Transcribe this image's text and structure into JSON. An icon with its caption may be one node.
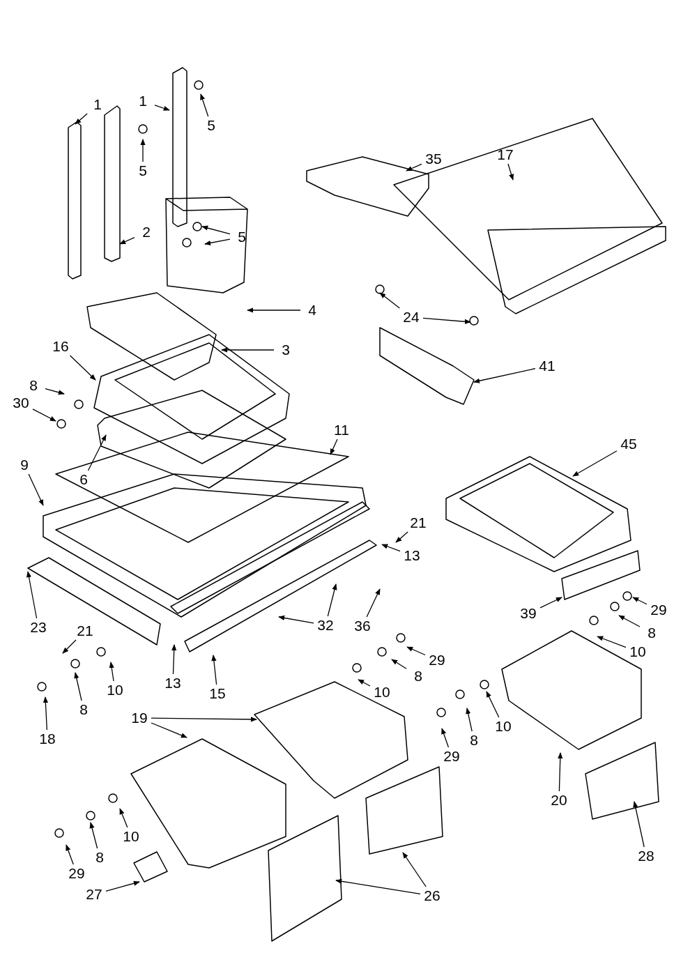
{
  "diagram": {
    "nodes": [
      {
        "text": [
          "1"
        ]
      },
      {
        "text": [
          "1"
        ]
      },
      {
        "text": [
          "5"
        ]
      },
      {
        "text": [
          "35"
        ]
      },
      {
        "text": [
          "17"
        ]
      },
      {
        "text": [
          "5"
        ]
      },
      {
        "text": [
          "2"
        ]
      },
      {
        "text": [
          "5"
        ]
      },
      {
        "text": [
          "4"
        ]
      },
      {
        "text": [
          "24"
        ]
      },
      {
        "text": [
          "16"
        ]
      },
      {
        "text": [
          "3"
        ]
      },
      {
        "text": [
          "41"
        ]
      },
      {
        "text": [
          "8"
        ]
      },
      {
        "text": [
          "30"
        ]
      },
      {
        "text": [
          "11"
        ]
      },
      {
        "text": [
          "6"
        ]
      },
      {
        "text": [
          "45"
        ]
      },
      {
        "text": [
          "9"
        ]
      },
      {
        "text": [
          "21"
        ]
      },
      {
        "text": [
          "13"
        ]
      },
      {
        "text": [
          "39"
        ]
      },
      {
        "text": [
          "29"
        ]
      },
      {
        "text": [
          "32"
        ]
      },
      {
        "text": [
          "36"
        ]
      },
      {
        "text": [
          "23"
        ]
      },
      {
        "text": [
          "21"
        ]
      },
      {
        "text": [
          "8"
        ]
      },
      {
        "text": [
          "10"
        ]
      },
      {
        "text": [
          "29"
        ]
      },
      {
        "text": [
          "8"
        ]
      },
      {
        "text": [
          "13"
        ]
      },
      {
        "text": [
          "15"
        ]
      },
      {
        "text": [
          "10"
        ]
      },
      {
        "text": [
          "10"
        ]
      },
      {
        "text": [
          "8"
        ]
      },
      {
        "text": [
          "19"
        ]
      },
      {
        "text": [
          "10"
        ]
      },
      {
        "text": [
          "18"
        ]
      },
      {
        "text": [
          "8"
        ]
      },
      {
        "text": [
          "29"
        ]
      },
      {
        "text": [
          "20"
        ]
      },
      {
        "text": [
          "10"
        ]
      },
      {
        "text": [
          "28"
        ]
      },
      {
        "text": [
          "8"
        ]
      },
      {
        "text": [
          "29"
        ]
      },
      {
        "text": [
          "27"
        ]
      },
      {
        "text": [
          "26"
        ]
      }
    ],
    "edges": [
      {
        "from": 0,
        "to": null,
        "arrow": "to"
      },
      {
        "from": 1,
        "to": null,
        "arrow": "to"
      },
      {
        "from": 2,
        "to": null,
        "arrow": "to"
      },
      {
        "from": 3,
        "to": null,
        "arrow": "to"
      },
      {
        "from": 4,
        "to": null,
        "arrow": "to"
      },
      {
        "from": 5,
        "to": null,
        "arrow": "to"
      },
      {
        "from": 6,
        "to": null,
        "arrow": "to"
      },
      {
        "from": 7,
        "to": null,
        "arrow": "to"
      },
      {
        "from": 7,
        "to": null,
        "arrow": "to"
      },
      {
        "from": 8,
        "to": null,
        "arrow": "to"
      },
      {
        "from": 9,
        "to": null,
        "arrow": "to"
      },
      {
        "from": 9,
        "to": null,
        "arrow": "to"
      },
      {
        "from": 10,
        "to": null,
        "arrow": "to"
      },
      {
        "from": 11,
        "to": null,
        "arrow": "to"
      },
      {
        "from": 12,
        "to": null,
        "arrow": "to"
      },
      {
        "from": 13,
        "to": null,
        "arrow": "to"
      },
      {
        "from": 14,
        "to": null,
        "arrow": "to"
      },
      {
        "from": 15,
        "to": null,
        "arrow": "to"
      },
      {
        "from": 16,
        "to": null,
        "arrow": "to"
      },
      {
        "from": 17,
        "to": null,
        "arrow": "to"
      },
      {
        "from": 18,
        "to": null,
        "arrow": "to"
      },
      {
        "from": 19,
        "to": null,
        "arrow": "to"
      },
      {
        "from": 20,
        "to": null,
        "arrow": "to"
      },
      {
        "from": 21,
        "to": null,
        "arrow": "to"
      },
      {
        "from": 22,
        "to": null,
        "arrow": "to"
      },
      {
        "from": 23,
        "to": null,
        "arrow": "to"
      },
      {
        "from": 23,
        "to": null,
        "arrow": "to"
      },
      {
        "from": 24,
        "to": null,
        "arrow": "to"
      },
      {
        "from": 25,
        "to": null,
        "arrow": "to"
      },
      {
        "from": 26,
        "to": null,
        "arrow": "to"
      },
      {
        "from": 27,
        "to": null,
        "arrow": "to"
      },
      {
        "from": 28,
        "to": null,
        "arrow": "to"
      },
      {
        "from": 29,
        "to": null,
        "arrow": "to"
      },
      {
        "from": 30,
        "to": null,
        "arrow": "to"
      },
      {
        "from": 31,
        "to": null,
        "arrow": "to"
      },
      {
        "from": 32,
        "to": null,
        "arrow": "to"
      },
      {
        "from": 33,
        "to": null,
        "arrow": "to"
      },
      {
        "from": 34,
        "to": null,
        "arrow": "to"
      },
      {
        "from": 35,
        "to": null,
        "arrow": "to"
      },
      {
        "from": 36,
        "to": null,
        "arrow": "to"
      },
      {
        "from": 36,
        "to": null,
        "arrow": "to"
      },
      {
        "from": 37,
        "to": null,
        "arrow": "to"
      },
      {
        "from": 38,
        "to": null,
        "arrow": "to"
      },
      {
        "from": 39,
        "to": null,
        "arrow": "to"
      },
      {
        "from": 40,
        "to": null,
        "arrow": "to"
      },
      {
        "from": 41,
        "to": null,
        "arrow": "to"
      },
      {
        "from": 42,
        "to": null,
        "arrow": "to"
      },
      {
        "from": 43,
        "to": null,
        "arrow": "to"
      },
      {
        "from": 44,
        "to": null,
        "arrow": "to"
      },
      {
        "from": 45,
        "to": null,
        "arrow": "to"
      },
      {
        "from": 46,
        "to": null,
        "arrow": "to"
      },
      {
        "from": 47,
        "to": null,
        "arrow": "to"
      },
      {
        "from": 47,
        "to": null,
        "arrow": "to"
      }
    ]
  }
}
